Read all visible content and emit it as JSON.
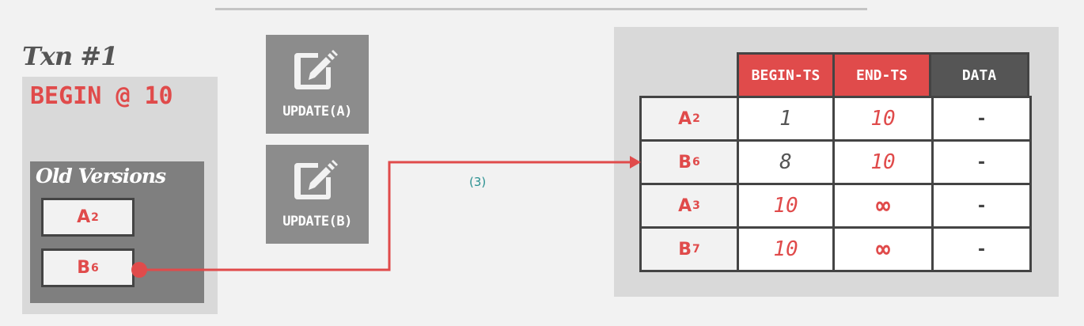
{
  "transaction": {
    "title": "Txn #1",
    "begin_label": "BEGIN @ 10",
    "old_versions": {
      "title": "Old Versions",
      "items": [
        {
          "name": "A",
          "sub": "2"
        },
        {
          "name": "B",
          "sub": "6"
        }
      ]
    }
  },
  "operations": [
    {
      "label": "UPDATE(A)",
      "icon": "edit-icon"
    },
    {
      "label": "UPDATE(B)",
      "icon": "edit-icon"
    }
  ],
  "pointer": {
    "step_label": "(3)",
    "from": "B6 (Old Versions)",
    "to": "B6 (Version table)"
  },
  "version_table": {
    "headers": [
      "BEGIN-TS",
      "END-TS",
      "DATA"
    ],
    "rows": [
      {
        "key": "A",
        "sub": "2",
        "begin_ts": "1",
        "end_ts": "10",
        "data": "-"
      },
      {
        "key": "B",
        "sub": "6",
        "begin_ts": "8",
        "end_ts": "10",
        "data": "-"
      },
      {
        "key": "A",
        "sub": "3",
        "begin_ts": "10",
        "end_ts": "∞",
        "data": "-"
      },
      {
        "key": "B",
        "sub": "7",
        "begin_ts": "10",
        "end_ts": "∞",
        "data": "-"
      }
    ]
  },
  "colors": {
    "accent_red": "#e04b4b",
    "dark_gray": "#555555",
    "panel_gray": "#d9d9d9",
    "old_versions_bg": "#7f7f7f",
    "button_gray": "#8c8c8c",
    "step_teal": "#2a9090",
    "background": "#f2f2f2"
  }
}
